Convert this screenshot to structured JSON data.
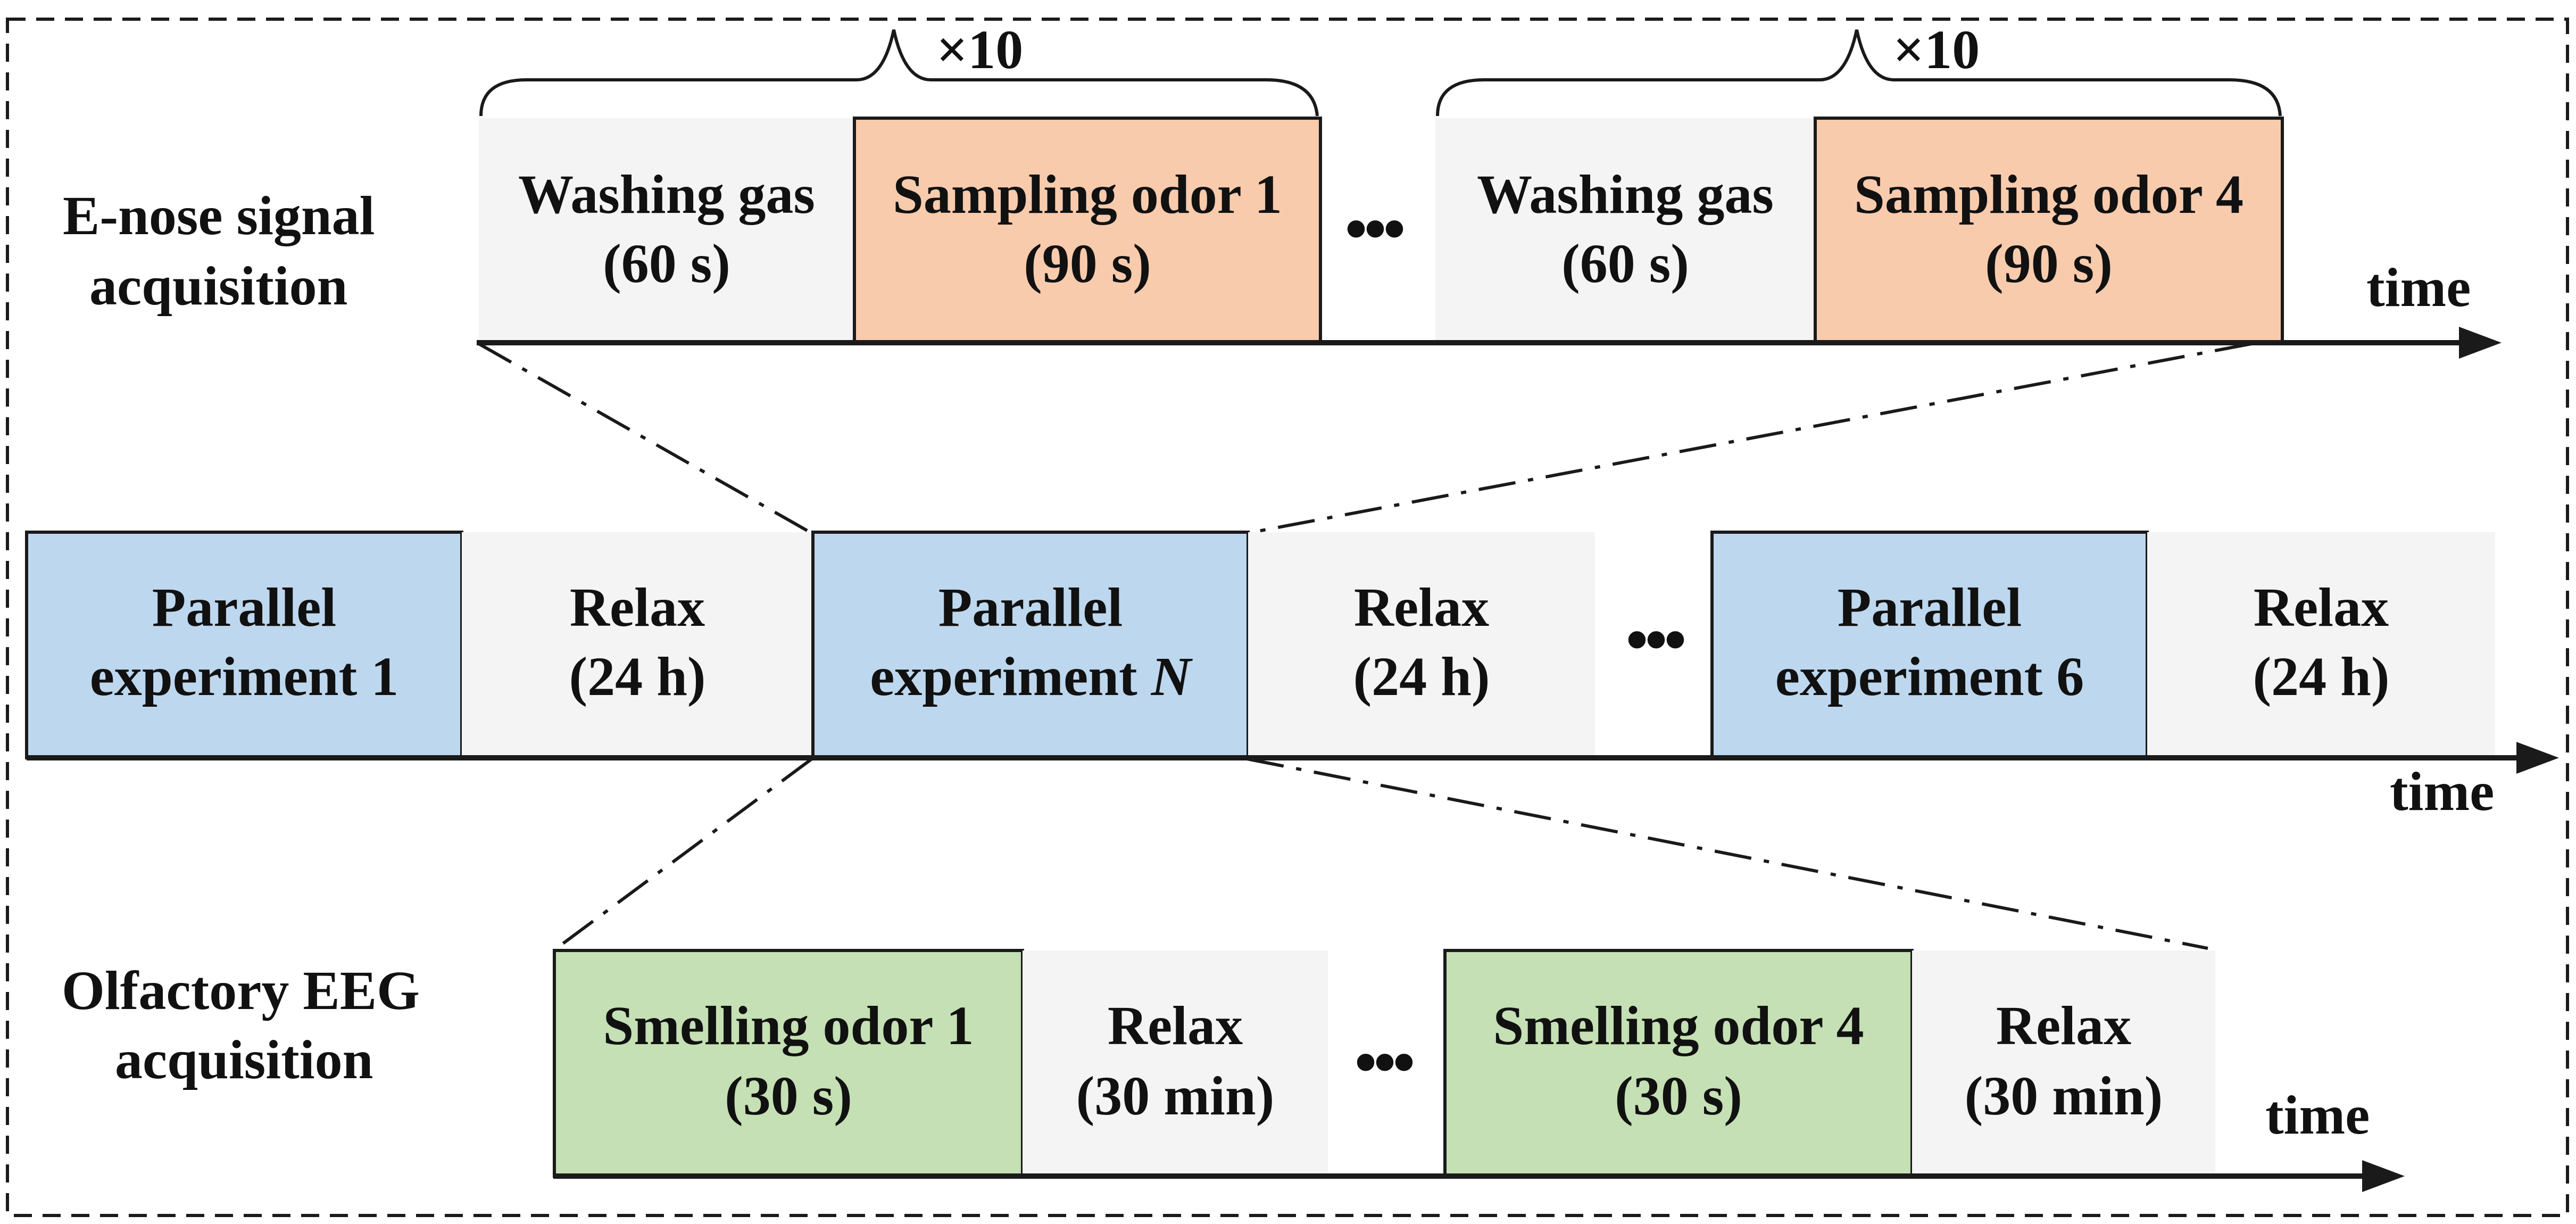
{
  "colors": {
    "outline": "#1a1a1a",
    "relax_fill": "#f4f4f4",
    "enose_fill": "#f8cbad",
    "parallel_fill": "#bdd7ee",
    "eeg_fill": "#c5e0b4"
  },
  "rows": {
    "enose": {
      "label": [
        "E-nose signal",
        "acquisition"
      ],
      "repeat_marks": [
        "×10",
        "×10"
      ],
      "blocks": [
        {
          "line1": "Washing gas",
          "line2": "(60 s)"
        },
        {
          "line1": "Sampling odor 1",
          "line2": "(90 s)"
        },
        {
          "line1": "Washing gas",
          "line2": "(60 s)"
        },
        {
          "line1": "Sampling odor 4",
          "line2": "(90 s)"
        }
      ],
      "ellipsis": "•••",
      "axis_label": "time"
    },
    "parallel": {
      "blocks": [
        {
          "line1": "Parallel",
          "line2": "experiment 1"
        },
        {
          "line1": "Relax",
          "line2": "(24 h)"
        },
        {
          "line1": "Parallel",
          "line2": "experiment ",
          "line2_italic": "N"
        },
        {
          "line1": "Relax",
          "line2": "(24 h)"
        },
        {
          "line1": "Parallel",
          "line2": "experiment 6"
        },
        {
          "line1": "Relax",
          "line2": "(24 h)"
        }
      ],
      "ellipsis": "•••",
      "axis_label": "time"
    },
    "eeg": {
      "label": [
        "Olfactory EEG",
        "acquisition"
      ],
      "blocks": [
        {
          "line1": "Smelling odor 1",
          "line2": "(30 s)"
        },
        {
          "line1": "Relax",
          "line2": "(30 min)"
        },
        {
          "line1": "Smelling odor 4",
          "line2": "(30 s)"
        },
        {
          "line1": "Relax",
          "line2": "(30 min)"
        }
      ],
      "ellipsis": "•••",
      "axis_label": "time"
    }
  }
}
